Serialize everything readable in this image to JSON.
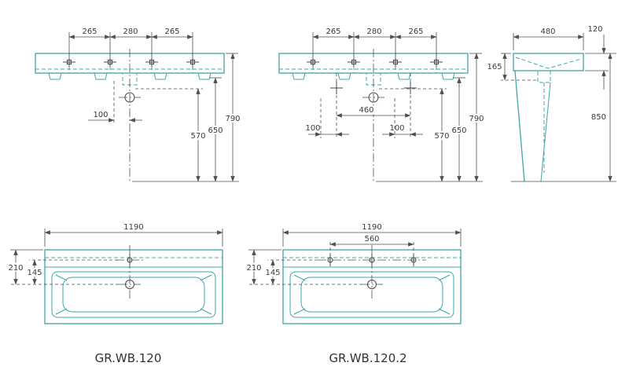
{
  "colors": {
    "object_line": "#3fa6a6",
    "dimension_line": "#4f4f4f",
    "text": "#3a3a3a",
    "background": "#ffffff"
  },
  "front_view_1": {
    "dim_265_left": "265",
    "dim_280": "280",
    "dim_265_right": "265",
    "dim_100": "100",
    "dim_570": "570",
    "dim_650": "650",
    "dim_790": "790"
  },
  "front_view_2": {
    "dim_265_left": "265",
    "dim_280": "280",
    "dim_265_right": "265",
    "dim_460": "460",
    "dim_100_left": "100",
    "dim_100_right": "100",
    "dim_570": "570",
    "dim_650": "650",
    "dim_790": "790"
  },
  "side_view": {
    "dim_480": "480",
    "dim_120": "120",
    "dim_165": "165",
    "dim_850": "850"
  },
  "plan_view_1": {
    "dim_1190": "1190",
    "dim_210": "210",
    "dim_145": "145",
    "model_label": "GR.WB.120"
  },
  "plan_view_2": {
    "dim_1190": "1190",
    "dim_560": "560",
    "dim_210": "210",
    "dim_145": "145",
    "model_label": "GR.WB.120.2"
  }
}
